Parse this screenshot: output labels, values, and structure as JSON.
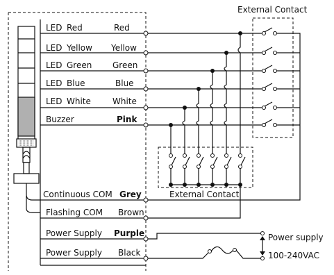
{
  "wiring": [
    {
      "func": "LED",
      "color": "Red",
      "wire": "Red",
      "bold": false
    },
    {
      "func": "LED",
      "color": "Yellow",
      "wire": "Yellow",
      "bold": false
    },
    {
      "func": "LED",
      "color": "Green",
      "wire": "Green",
      "bold": false
    },
    {
      "func": "LED",
      "color": "Blue",
      "wire": "Blue",
      "bold": false
    },
    {
      "func": "LED",
      "color": "White",
      "wire": "White",
      "bold": false
    },
    {
      "func": "Buzzer",
      "color": "",
      "wire": "Pink",
      "bold": true
    }
  ],
  "com": [
    {
      "label": "Continuous COM",
      "wire": "Grey",
      "bold": true
    },
    {
      "label": "Flashing COM",
      "wire": "Brown",
      "bold": false
    }
  ],
  "supply": [
    {
      "label": "Power Supply",
      "wire": "Purple",
      "bold": true
    },
    {
      "label": "Power Supply",
      "wire": "Black",
      "bold": false
    }
  ],
  "external_contact_top": "External Contact",
  "external_contact_bottom": "External Contact",
  "power_supply_label": "Power supply",
  "voltage_label": "100-240VAC",
  "colors": {
    "ink": "#111111",
    "lamp_active": "#b0b0b0",
    "background": "#ffffff"
  }
}
